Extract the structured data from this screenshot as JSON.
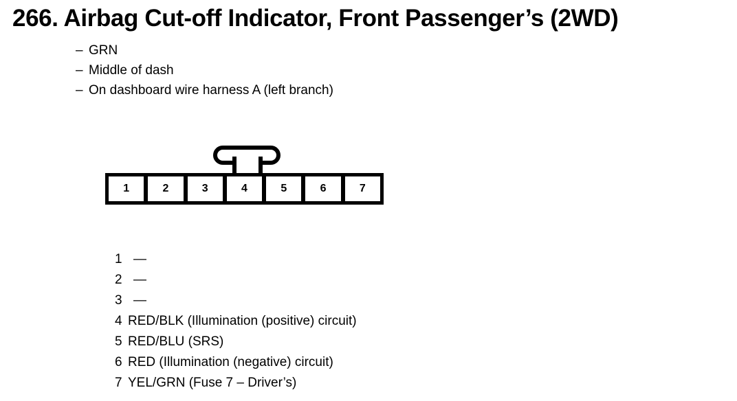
{
  "document": {
    "title": "266. Airbag Cut-off Indicator, Front Passenger’s (2WD)",
    "spec_list": [
      {
        "dash": "–",
        "text": "GRN"
      },
      {
        "dash": "–",
        "text": "Middle of dash"
      },
      {
        "dash": "–",
        "text": "On dashboard wire harness A (left branch)"
      }
    ],
    "connector": {
      "pins": [
        "1",
        "2",
        "3",
        "4",
        "5",
        "6",
        "7"
      ],
      "tab_position_pin": "4"
    },
    "pin_legend": [
      {
        "num": "1",
        "desc": "—"
      },
      {
        "num": "2",
        "desc": "—"
      },
      {
        "num": "3",
        "desc": "—"
      },
      {
        "num": "4",
        "desc": "RED/BLK (Illumination (positive) circuit)"
      },
      {
        "num": "5",
        "desc": "RED/BLU (SRS)"
      },
      {
        "num": "6",
        "desc": "RED (Illumination (negative) circuit)"
      },
      {
        "num": "7",
        "desc": "YEL/GRN (Fuse 7 – Driver’s)"
      }
    ]
  }
}
